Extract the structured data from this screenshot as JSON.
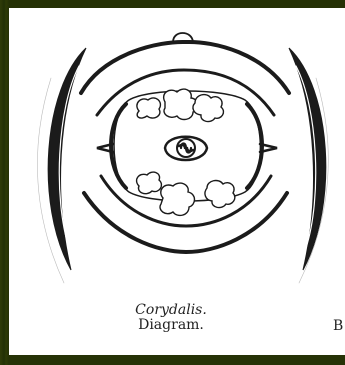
{
  "figure": {
    "caption_title": "Corydalis.",
    "caption_subtitle": "Diagram.",
    "edge_letter": "B"
  }
}
